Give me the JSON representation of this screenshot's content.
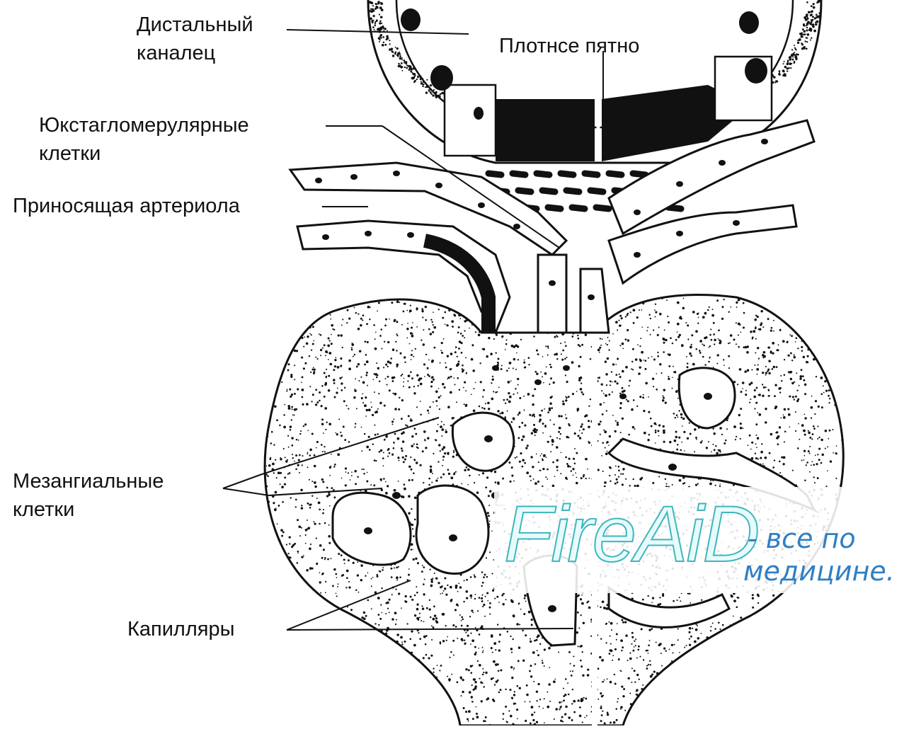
{
  "labels": {
    "distal_tubule": [
      "Дистальный",
      "каналец"
    ],
    "macula_densa": "Плотнсе пятно",
    "jg_cells": [
      "Юкстагломерулярные",
      "клетки"
    ],
    "afferent_arteriole": "Приносящая артериола",
    "mesangial_cells": [
      "Мезангиальные",
      "клетки"
    ],
    "capillaries": "Капилляры"
  },
  "watermark": {
    "brand": "FireAiD",
    "tagline": [
      "- все по",
      "медицине."
    ],
    "brand_color": "#3fb6bf",
    "tagline_color": "#2f7fc4"
  },
  "colors": {
    "ink": "#111111",
    "paper": "#ffffff"
  }
}
